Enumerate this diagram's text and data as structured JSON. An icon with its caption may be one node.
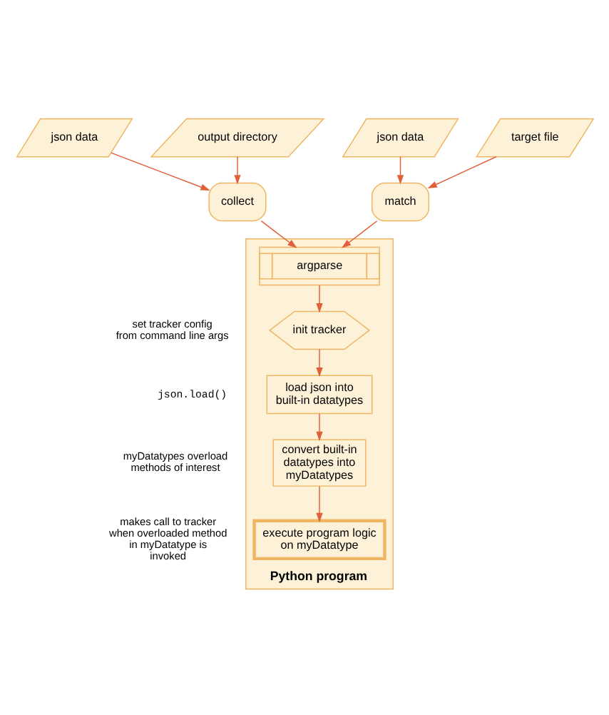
{
  "diagram": {
    "nodes": [
      {
        "text": [
          "json data"
        ]
      },
      {
        "text": [
          "output directory"
        ]
      },
      {
        "text": [
          "json data"
        ]
      },
      {
        "text": [
          "target file"
        ]
      },
      {
        "text": [
          "collect"
        ]
      },
      {
        "text": [
          "match"
        ]
      },
      {
        "text": [
          "Python program"
        ]
      },
      {
        "text": [
          "argparse"
        ],
        "in": 6
      },
      {
        "text": [
          "init tracker"
        ],
        "in": 6,
        "beside": [
          "set tracker config from command line args"
        ]
      },
      {
        "text": [
          "load json into built-in datatypes"
        ],
        "in": 6,
        "beside": [
          "json.load()"
        ]
      },
      {
        "text": [
          "convert built-in datatypes into myDatatypes"
        ],
        "in": 6,
        "beside": [
          "myDatatypes overload methods of interest"
        ]
      },
      {
        "text": [
          "execute program logic on myDatatype"
        ],
        "in": 6,
        "beside": [
          "makes call to tracker when overloaded method in myDatatype is invoked"
        ]
      }
    ],
    "edges": [
      {
        "from": 0,
        "to": 4,
        "arrow": "to"
      },
      {
        "from": 1,
        "to": 4,
        "arrow": "to"
      },
      {
        "from": 2,
        "to": 5,
        "arrow": "to"
      },
      {
        "from": 3,
        "to": 5,
        "arrow": "to"
      },
      {
        "from": 4,
        "to": 7,
        "arrow": "to"
      },
      {
        "from": 5,
        "to": 7,
        "arrow": "to"
      },
      {
        "from": 7,
        "to": 8,
        "arrow": "to"
      },
      {
        "from": 8,
        "to": 9,
        "arrow": "to"
      },
      {
        "from": 9,
        "to": 10,
        "arrow": "to"
      },
      {
        "from": 10,
        "to": 11,
        "arrow": "to"
      }
    ]
  }
}
